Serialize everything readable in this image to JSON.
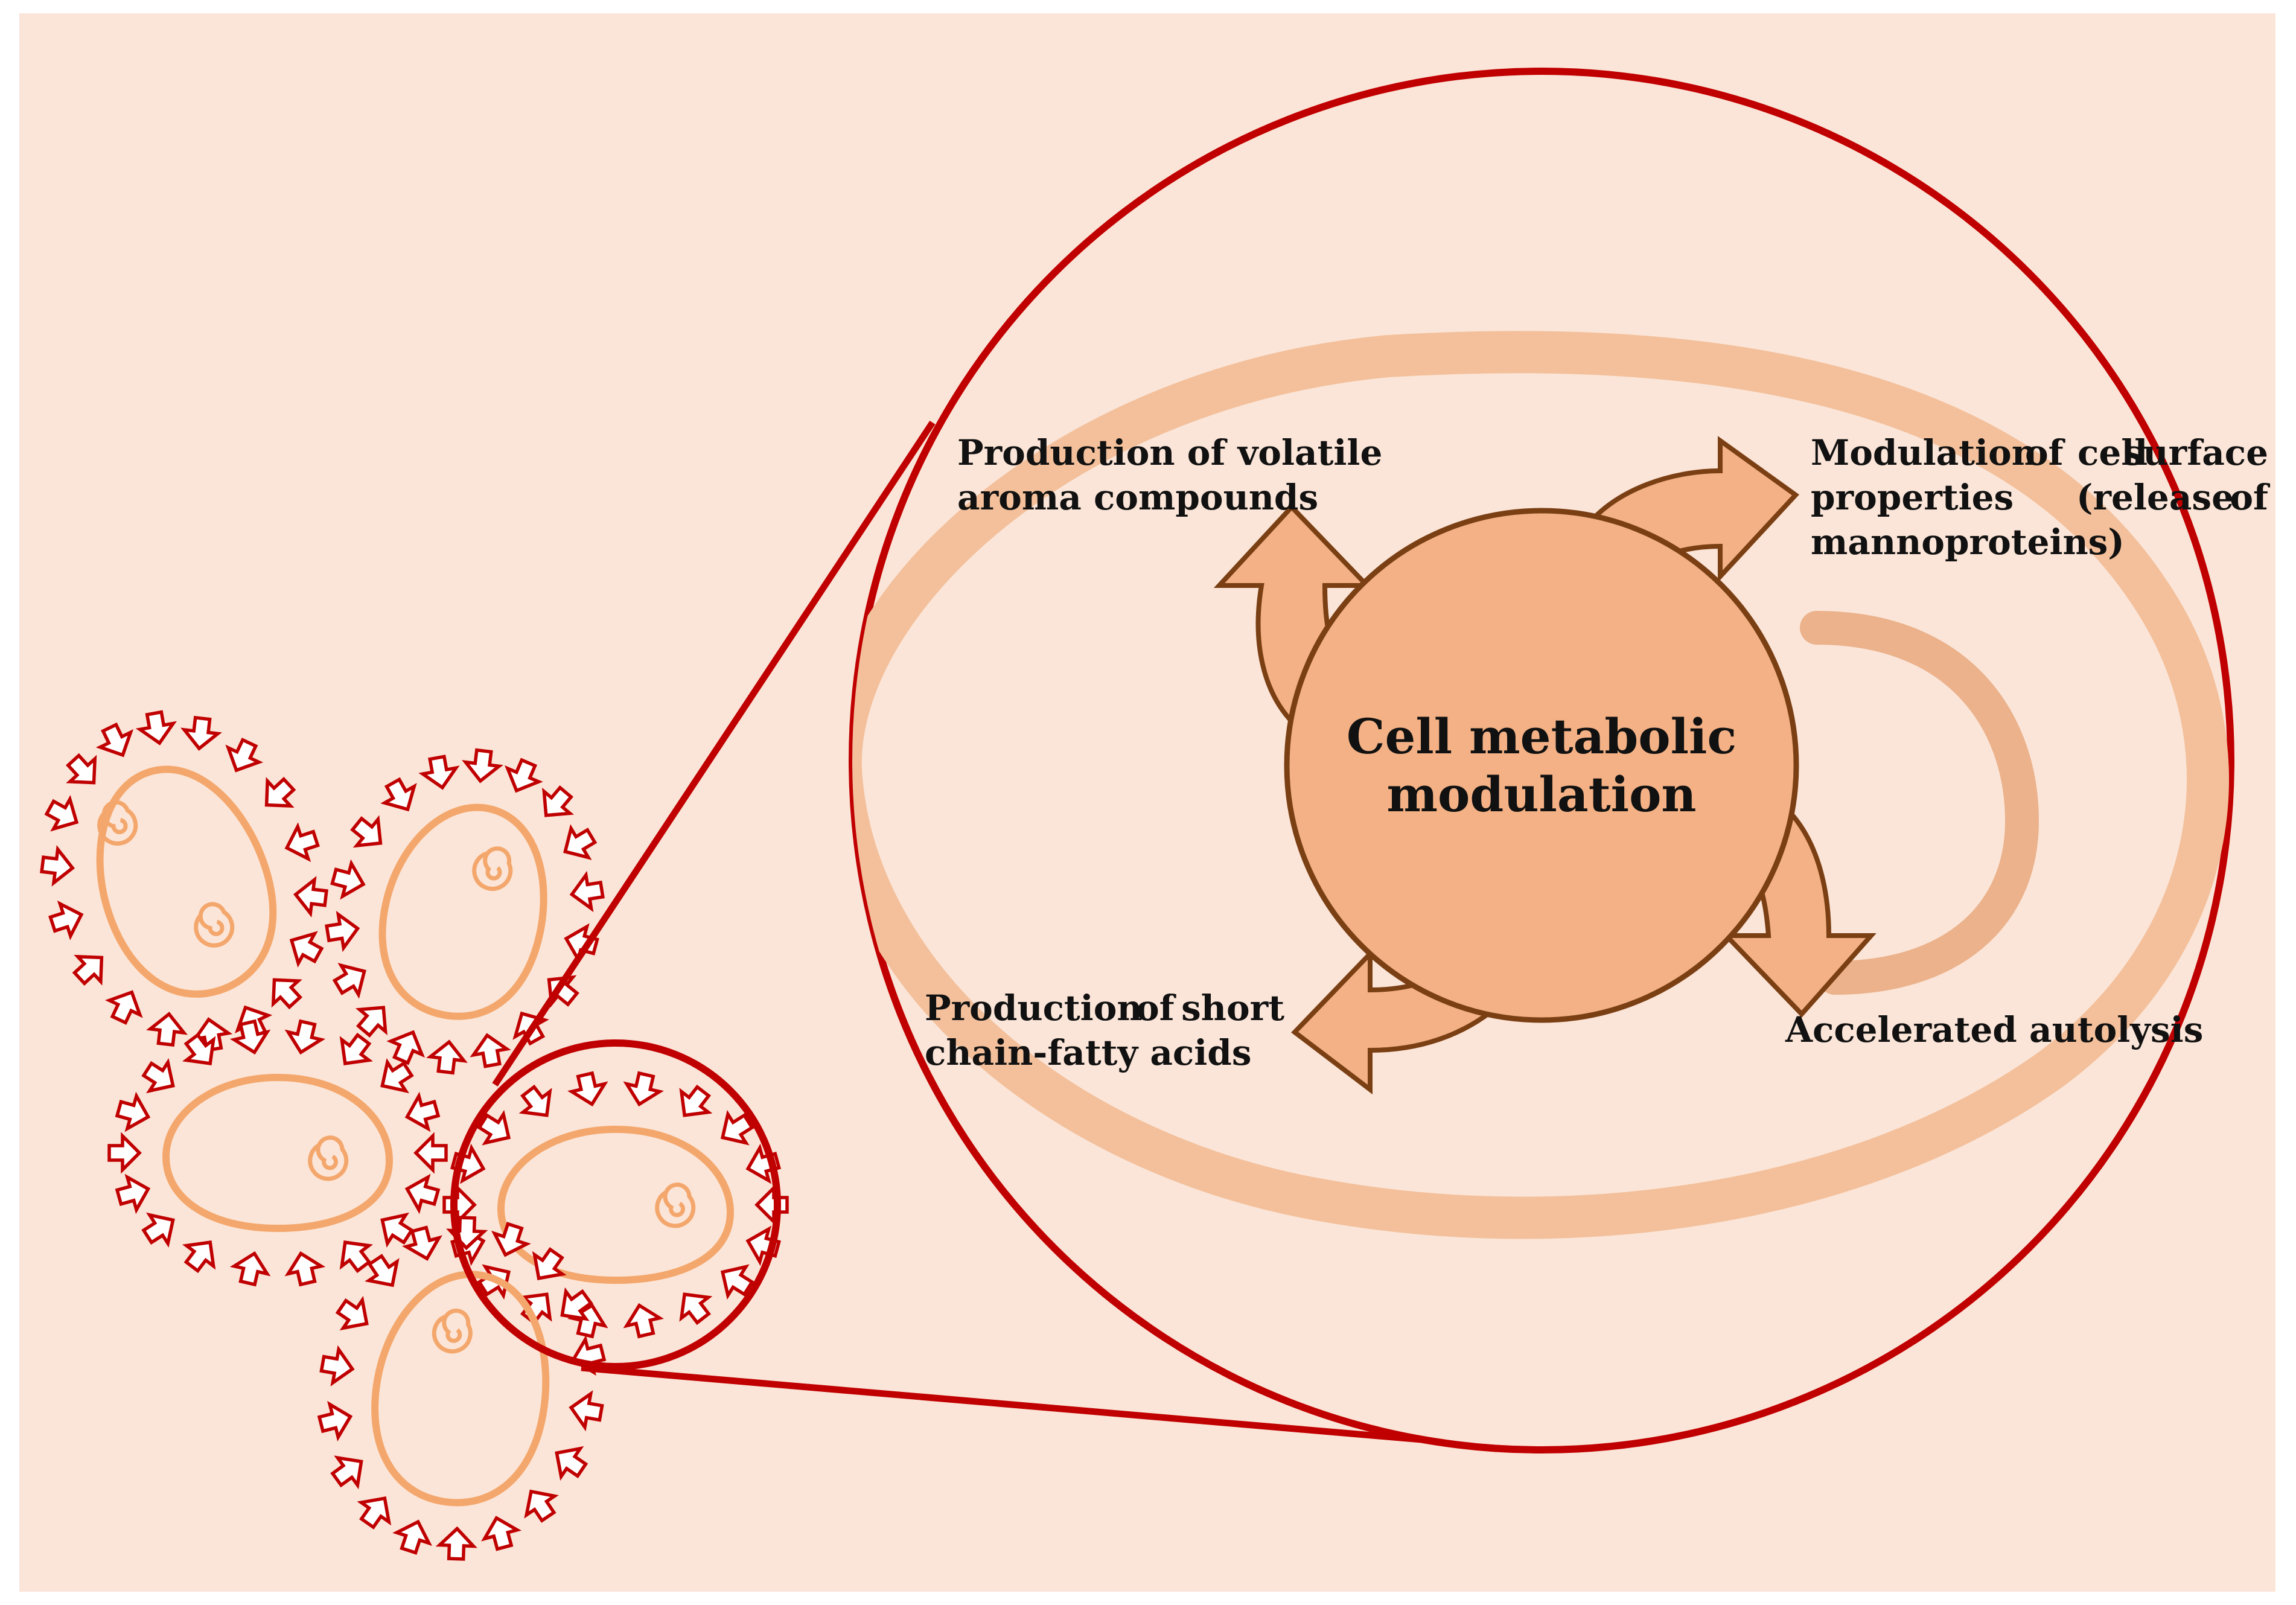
{
  "diagram": {
    "center_label_line1": "Cell metabolic",
    "center_label_line2": "modulation",
    "labels": {
      "volatile_line1": "Production of volatile",
      "volatile_line2": "aroma compounds",
      "surface_line1_word1": "Modulation",
      "surface_line1_word2": "of",
      "surface_line1_word3": "cell",
      "surface_line1_word4": "surface",
      "surface_line2_word1": "properties",
      "surface_line2_word2": "(release",
      "surface_line2_word3": "of",
      "surface_line3": "mannoproteins)",
      "short_chain_line1_word1": "Production",
      "short_chain_line1_word2": "of",
      "short_chain_line1_word3": "short",
      "short_chain_line2": "chain-fatty acids",
      "autolysis": "Accelerated autolysis"
    }
  },
  "colors": {
    "background": "#fbe5d8",
    "lens_stroke": "#c00000",
    "cell_outline": "#f4a76c",
    "pressure_arrow": "#c00000",
    "hub_fill": "#f3b185",
    "hub_stroke": "#7b3f14",
    "flow_band": "#f3c09b",
    "recycle_band": "#ebb28b"
  },
  "icons": {
    "cell": "yeast-cell-icon",
    "pressure": "pressure-arrow-icon",
    "output": "curved-output-arrow-icon"
  }
}
